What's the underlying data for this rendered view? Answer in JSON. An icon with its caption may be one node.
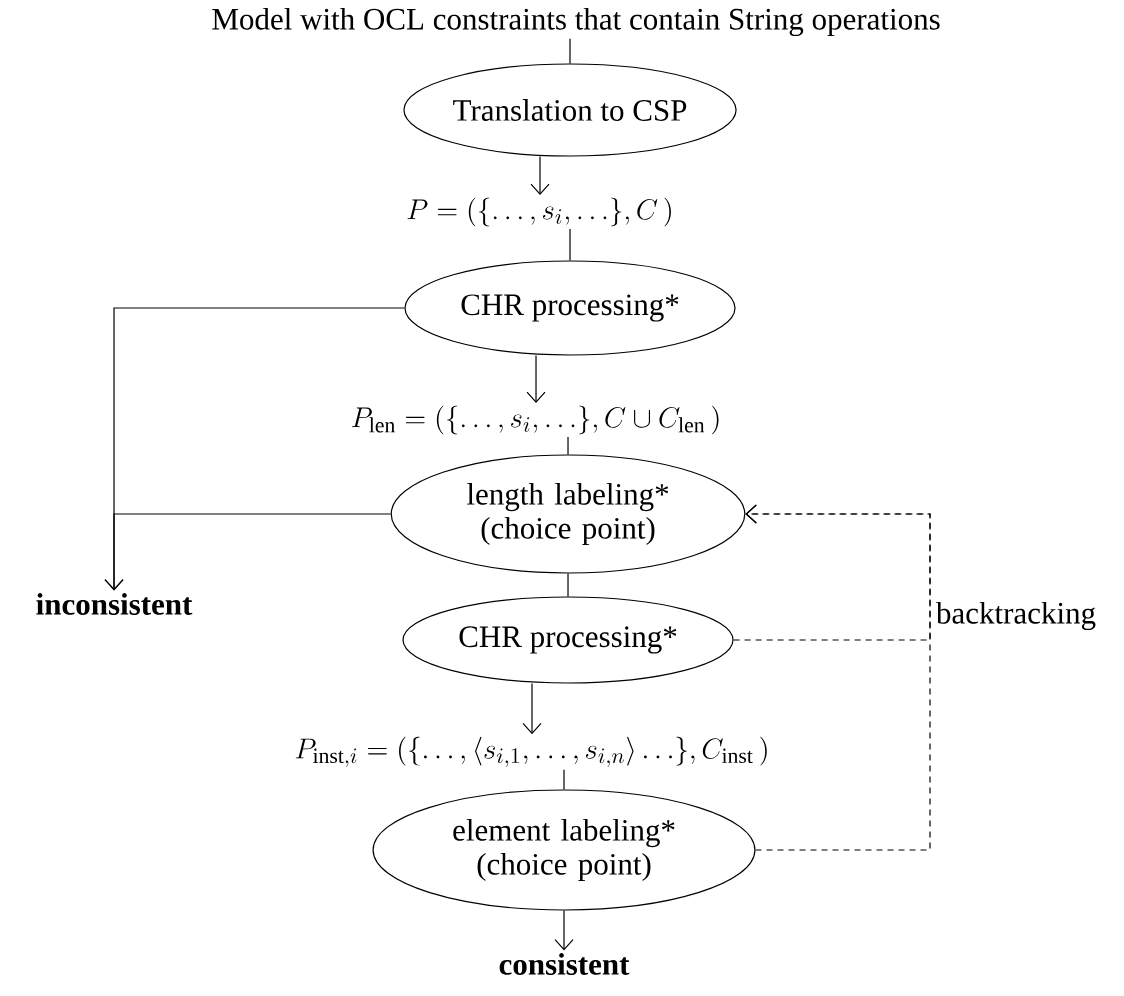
{
  "diagram": {
    "nodes": [
      {
        "text": [
          "Model with OCL constraints that contain String operations"
        ]
      },
      {
        "text": [
          "Translation to CSP"
        ]
      },
      {
        "text": [
          "P = (\\{\\ldots, s_i, \\ldots\\}, C\\,)"
        ]
      },
      {
        "text": [
          "CHR processing*"
        ]
      },
      {
        "text": [
          "P_{\\mathrm{len}} = (\\{\\ldots, s_i, \\ldots\\}, C \\cup C_{\\mathrm{len}}\\,)"
        ]
      },
      {
        "text": [
          "length labeling* (choice point)"
        ]
      },
      {
        "text": [
          "inconsistent"
        ]
      },
      {
        "text": [
          "CHR processing*"
        ]
      },
      {
        "text": [
          "P_{\\mathrm{inst},i} = (\\{\\ldots, \\langle s_{i,1}, \\ldots, s_{i,n}\\rangle \\ldots\\}, C_{\\mathrm{inst}}\\,)"
        ]
      },
      {
        "text": [
          "element labeling* (choice point)"
        ]
      },
      {
        "text": [
          "consistent"
        ]
      }
    ],
    "edges": [
      {
        "from": 0,
        "to": 1,
        "arrow": "none"
      },
      {
        "from": 1,
        "to": 2,
        "arrow": "to"
      },
      {
        "from": 2,
        "to": 3,
        "arrow": "none"
      },
      {
        "from": 3,
        "to": 4,
        "arrow": "to"
      },
      {
        "from": 4,
        "to": 5,
        "arrow": "none"
      },
      {
        "from": 3,
        "to": 6,
        "arrow": "to"
      },
      {
        "from": 5,
        "to": 6,
        "arrow": "to"
      },
      {
        "from": 5,
        "to": 7,
        "arrow": "none"
      },
      {
        "from": 7,
        "to": 8,
        "arrow": "to"
      },
      {
        "from": 8,
        "to": 9,
        "arrow": "none"
      },
      {
        "from": 9,
        "to": 10,
        "arrow": "to"
      },
      {
        "from": 7,
        "to": 5,
        "arrow": "to",
        "style": "dashed"
      },
      {
        "from": 9,
        "to": 5,
        "arrow": "to",
        "style": "dashed",
        "label": "backtracking"
      }
    ]
  }
}
